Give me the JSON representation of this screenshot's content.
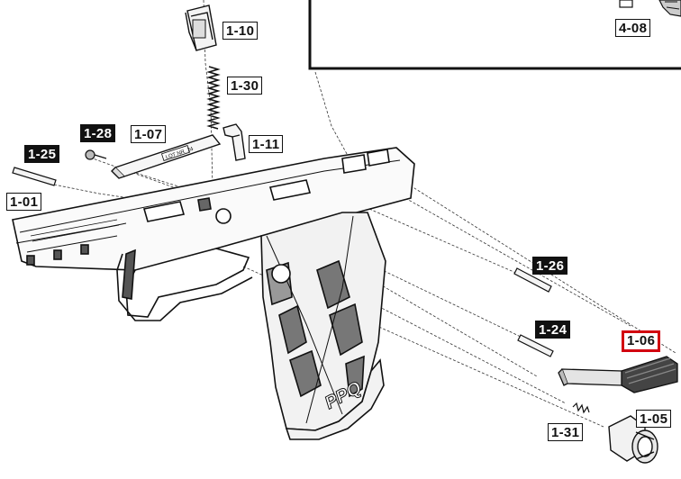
{
  "diagram": {
    "labels": {
      "l_1_10": "1-10",
      "l_1_30": "1-30",
      "l_1_11": "1-11",
      "l_1_28": "1-28",
      "l_1_07": "1-07",
      "l_1_25": "1-25",
      "l_1_01": "1-01",
      "l_1_26": "1-26",
      "l_1_24": "1-24",
      "l_1_06": "1-06",
      "l_1_05": "1-05",
      "l_1_31": "1-31",
      "l_4_08": "4-08"
    },
    "highlighted_label": "1-06",
    "highlight_color": "#d2000f",
    "frame_logo_text": "PPQ",
    "insert_text": "LOT NR. 24"
  }
}
